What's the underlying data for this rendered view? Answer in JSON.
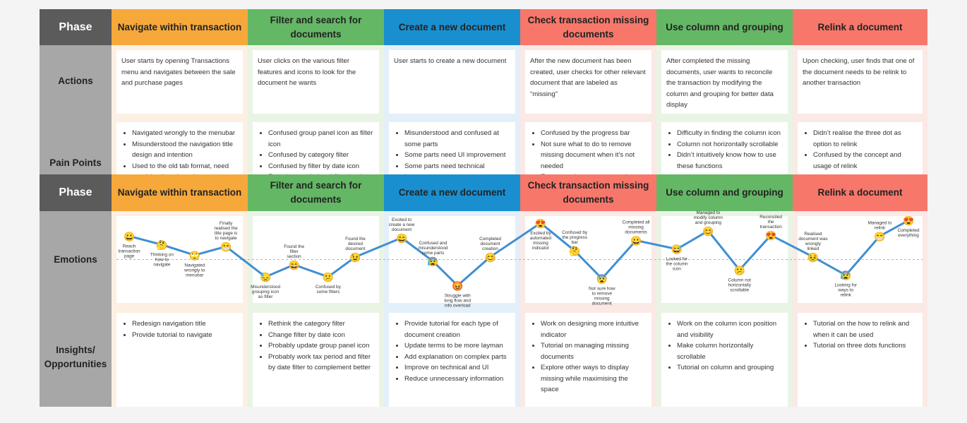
{
  "row_labels": {
    "phase": "Phase",
    "actions": "Actions",
    "pain_points": "Pain Points",
    "phase_repeat": "Phase",
    "emotions": "Emotions",
    "insights": "Insights/ Opportunities"
  },
  "colors": {
    "side": "#a7a7a7",
    "phase_label": "#5b5b5b",
    "line": "#3f8fd2"
  },
  "phases": [
    {
      "title": "Navigate within transaction",
      "color": "#f6a83a",
      "bg": "#fcf0e3",
      "text_color": "#222222",
      "action": "User starts by opening Transactions menu and navigates between the sale and purchase pages",
      "pain_points": [
        "Navigated wrongly to the menubar",
        "Misunderstood the navigation title design and intention",
        "Used to the old tab format, need tutorial to introduce the new"
      ],
      "insights": [
        "Redesign navigation title",
        "Provide tutorial to navigate"
      ]
    },
    {
      "title": "Filter and search for documents",
      "color": "#64b765",
      "bg": "#e9f4e5",
      "text_color": "#222222",
      "action": "User clicks on the various filter features and icons to look for the document he wants",
      "pain_points": [
        "Confused group panel icon as filter icon",
        "Confused by category filter",
        "Confused by filter by date icon",
        "Found tax period and filter by date"
      ],
      "insights": [
        "Rethink the category filter",
        "Change filter by date icon",
        "Probably update group panel icon",
        "Probably work tax period and filter by date filter to complement better"
      ]
    },
    {
      "title": "Create a new document",
      "color": "#1a8fd0",
      "bg": "#e3eff9",
      "text_color": "#222222",
      "action": "User starts to create a new document",
      "pain_points": [
        "Misunderstood and confused at some parts",
        "Some parts need UI improvement",
        "Some parts need technical improvement"
      ],
      "insights": [
        "Provide tutorial for each type of document creation",
        "Update terms to be more layman",
        "Add explanation on complex parts",
        "Improve on technical and UI",
        "Reduce unnecessary information"
      ]
    },
    {
      "title": "Check transaction missing documents",
      "color": "#f7776b",
      "bg": "#fbe9e6",
      "text_color": "#222222",
      "action": "After the new document has been created, user checks for other relevant document that are labeled as “missing”",
      "pain_points": [
        "Confused by the progress bar",
        "Not sure what to do to remove missing document when it’s not needed",
        "Empty row is space-consuming"
      ],
      "insights": [
        "Work on designing more intuitive indicator",
        "Tutorial on managing missing documents",
        "Explore other ways to display missing while maximising the space"
      ]
    },
    {
      "title": "Use column and grouping",
      "color": "#64b765",
      "bg": "#e9f4e5",
      "text_color": "#222222",
      "action": "After completed the missing documents, user wants to reconcile the transaction by modifying the column and grouping for better data display",
      "pain_points": [
        "Difficulty in finding the column icon",
        "Column not horizontally scrollable",
        "Didn’t intuitively know how to use these functions"
      ],
      "insights": [
        "Work on the column icon position and visibility",
        "Make column horizontally scrollable",
        "Tutorial on column and grouping"
      ]
    },
    {
      "title": "Relink a document",
      "color": "#f7776b",
      "bg": "#fbe9e6",
      "text_color": "#222222",
      "action": "Upon checking, user finds that one of the document needs to be relink to another transaction",
      "pain_points": [
        "Didn’t realise the three dot as option to relink",
        "Confused by the concept and usage of relink"
      ],
      "insights": [
        "Tutorial on the how to relink and when it can be used",
        "Tutorial on three dots functions"
      ]
    }
  ],
  "emotions": {
    "baseline": 0.5,
    "points": [
      {
        "phase": 0,
        "t": 0.13,
        "level": 0.77,
        "face": "😀",
        "label": "Reach transaction page",
        "label_pos": "below"
      },
      {
        "phase": 0,
        "t": 0.37,
        "level": 0.67,
        "face": "🤔",
        "label": "Thinking on how to navigate",
        "label_pos": "below"
      },
      {
        "phase": 0,
        "t": 0.61,
        "level": 0.55,
        "face": "🙄",
        "label": "Navigated wrongly to menubar",
        "label_pos": "below"
      },
      {
        "phase": 0,
        "t": 0.84,
        "level": 0.65,
        "face": "😁",
        "label": "Finally realised the title page is to navigate",
        "label_pos": "above"
      },
      {
        "phase": 1,
        "t": 0.13,
        "level": 0.3,
        "face": "😓",
        "label": "Misunderstood grouping icon as filter",
        "label_pos": "below"
      },
      {
        "phase": 1,
        "t": 0.34,
        "level": 0.44,
        "face": "😄",
        "label": "Found the filter section",
        "label_pos": "above"
      },
      {
        "phase": 1,
        "t": 0.59,
        "level": 0.3,
        "face": "😕",
        "label": "Confused by some filters",
        "label_pos": "below"
      },
      {
        "phase": 1,
        "t": 0.79,
        "level": 0.53,
        "face": "😉",
        "label": "Found the desired document",
        "label_pos": "above"
      },
      {
        "phase": 2,
        "t": 0.13,
        "level": 0.75,
        "face": "😄",
        "label": "Excited to create a new document",
        "label_pos": "above"
      },
      {
        "phase": 2,
        "t": 0.36,
        "level": 0.48,
        "face": "😰",
        "label": "Confused and misunderstood some parts",
        "label_pos": "above"
      },
      {
        "phase": 2,
        "t": 0.54,
        "level": 0.2,
        "face": "😡",
        "label": "Struggle with long flow and info overload",
        "label_pos": "below"
      },
      {
        "phase": 2,
        "t": 0.78,
        "level": 0.53,
        "face": "😊",
        "label": "Completed document creation",
        "label_pos": "above"
      },
      {
        "phase": 3,
        "t": 0.15,
        "level": 0.92,
        "face": "😍",
        "label": "Excited by automated missing indicator",
        "label_pos": "below"
      },
      {
        "phase": 3,
        "t": 0.4,
        "level": 0.6,
        "face": "🤔",
        "label": "Confused by the progress bar",
        "label_pos": "above"
      },
      {
        "phase": 3,
        "t": 0.6,
        "level": 0.28,
        "face": "😨",
        "label": "Not sure how to remove missing document",
        "label_pos": "below"
      },
      {
        "phase": 3,
        "t": 0.85,
        "level": 0.72,
        "face": "😀",
        "label": "Completed all missing documents",
        "label_pos": "above"
      },
      {
        "phase": 4,
        "t": 0.15,
        "level": 0.62,
        "face": "😅",
        "label": "Looked for the column icon",
        "label_pos": "below"
      },
      {
        "phase": 4,
        "t": 0.38,
        "level": 0.83,
        "face": "😊",
        "label": "Managed to modify column and grouping",
        "label_pos": "above"
      },
      {
        "phase": 4,
        "t": 0.61,
        "level": 0.38,
        "face": "😕",
        "label": "Column not horizontally scrollable",
        "label_pos": "below"
      },
      {
        "phase": 4,
        "t": 0.84,
        "level": 0.78,
        "face": "😍",
        "label": "Reconciled the transaction",
        "label_pos": "above"
      },
      {
        "phase": 5,
        "t": 0.15,
        "level": 0.53,
        "face": "😣",
        "label": "Realised document was wrongly linked",
        "label_pos": "above"
      },
      {
        "phase": 5,
        "t": 0.39,
        "level": 0.32,
        "face": "😰",
        "label": "Looking for ways to relink",
        "label_pos": "below"
      },
      {
        "phase": 5,
        "t": 0.64,
        "level": 0.77,
        "face": "😁",
        "label": "Managed to relink",
        "label_pos": "above"
      },
      {
        "phase": 5,
        "t": 0.85,
        "level": 0.95,
        "face": "😍",
        "label": "Completed everything",
        "label_pos": "below"
      }
    ]
  }
}
